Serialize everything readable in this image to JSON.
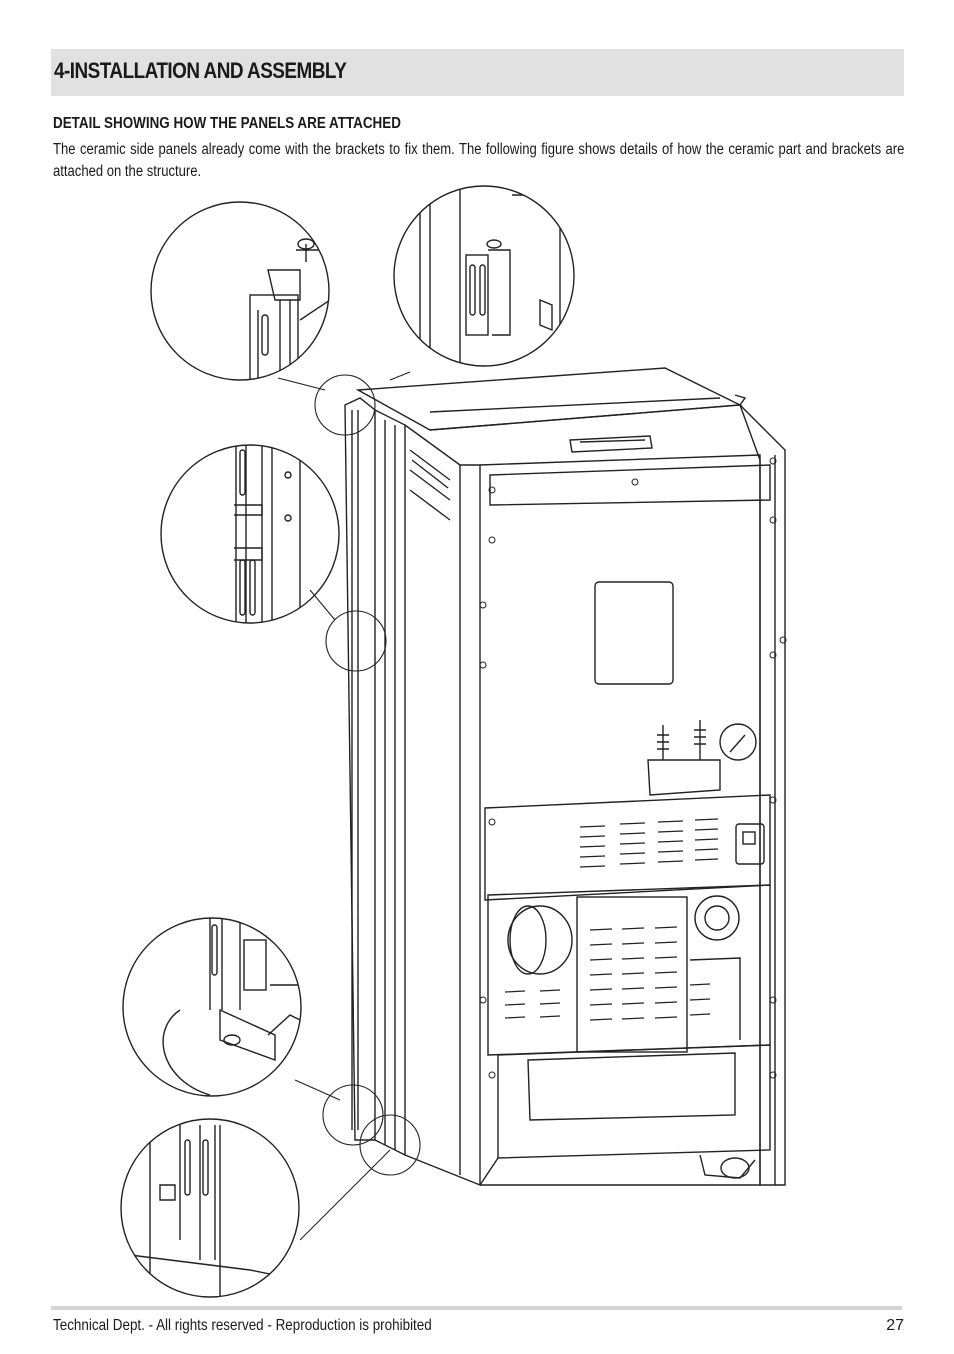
{
  "section": {
    "title": "4-INSTALLATION AND ASSEMBLY"
  },
  "detail": {
    "title": "DETAIL SHOWING HOW THE PANELS ARE ATTACHED",
    "description": "The ceramic side panels already come with the brackets to fix them. The following figure shows details of how the ceramic part and brackets are attached on the structure."
  },
  "footer": {
    "copyright": "Technical Dept. - All rights reserved - Reproduction is prohibited",
    "page_number": "27"
  },
  "colors": {
    "bar": "#e1e1e1",
    "ink": "#1a1a1a",
    "rule": "#d3d3d3"
  }
}
